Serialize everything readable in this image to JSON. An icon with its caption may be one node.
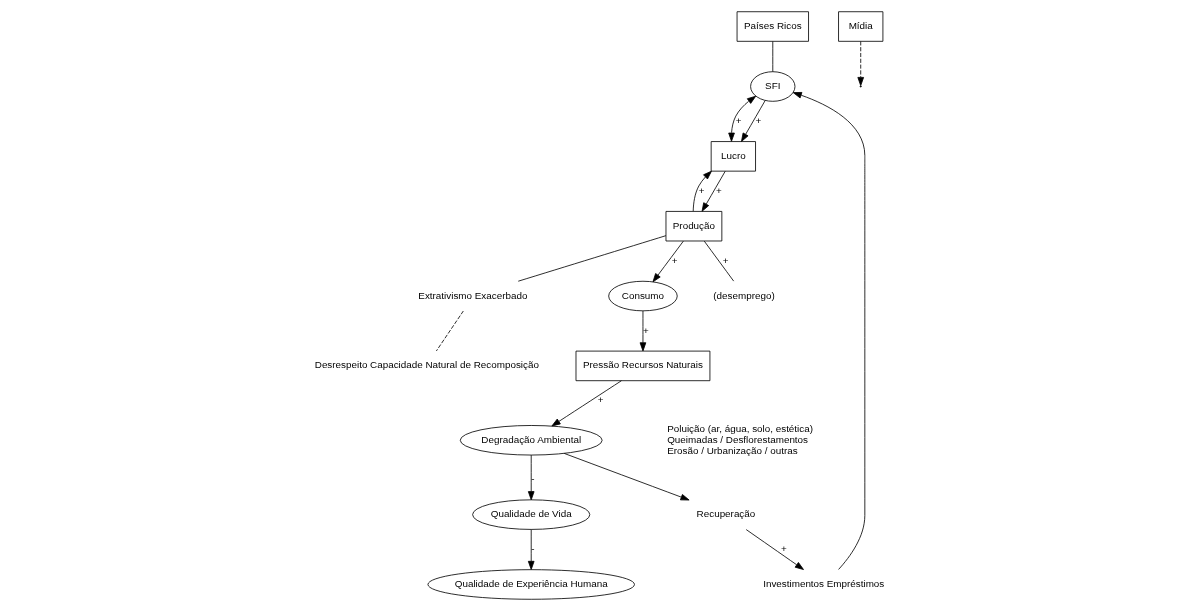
{
  "diagram": {
    "nodes": [
      {
        "text": [
          "Países Ricos"
        ]
      },
      {
        "text": [
          "SFI"
        ]
      },
      {
        "text": [
          "Lucro"
        ]
      },
      {
        "text": [
          "Produção"
        ]
      },
      {
        "text": [
          "(desemprego)"
        ]
      },
      {
        "text": [
          "Extrativismo Exacerbado"
        ]
      },
      {
        "text": [
          "Mídia"
        ]
      },
      {
        "text": [
          "Consumo"
        ]
      },
      {
        "text": [
          "Desrespeito Capacidade Natural de Recomposição"
        ]
      },
      {
        "text": [
          "Pressão Recursos Naturais"
        ]
      },
      {
        "text": [
          "Degradação Ambiental"
        ]
      },
      {
        "text": [
          "Recuperação"
        ]
      },
      {
        "text": [
          "Investimentos Empréstimos"
        ]
      },
      {
        "text": [
          "Qualidade de Vida"
        ]
      },
      {
        "text": [
          "Qualidade de Experiência Humana"
        ]
      }
    ],
    "edges": [
      {
        "from": 0,
        "to": 1,
        "arrow": "none"
      },
      {
        "from": 1,
        "to": 2,
        "arrow": "both",
        "label": "+"
      },
      {
        "from": 1,
        "to": 2,
        "arrow": "to",
        "label": "+"
      },
      {
        "from": 2,
        "to": 3,
        "arrow": "to",
        "label": "+"
      },
      {
        "from": 3,
        "to": 2,
        "arrow": "to",
        "label": "+"
      },
      {
        "from": 3,
        "to": 4,
        "arrow": "none",
        "label": "+"
      },
      {
        "from": 3,
        "to": 5,
        "arrow": "none"
      },
      {
        "from": 5,
        "to": 8,
        "arrow": "none",
        "style": "dashed"
      },
      {
        "from": 3,
        "to": 7,
        "arrow": "to",
        "label": "+"
      },
      {
        "from": 6,
        "to": null,
        "arrow": "to",
        "style": "dashed"
      },
      {
        "from": 7,
        "to": 9,
        "arrow": "to",
        "label": "+"
      },
      {
        "from": 9,
        "to": 10,
        "arrow": "to",
        "label": "+"
      },
      {
        "from": 10,
        "to": 11,
        "arrow": "to"
      },
      {
        "from": 11,
        "to": 12,
        "arrow": "to",
        "label": "+"
      },
      {
        "from": 12,
        "to": 1,
        "arrow": "to"
      },
      {
        "from": 10,
        "to": 13,
        "arrow": "to",
        "label": "-"
      },
      {
        "from": 13,
        "to": 14,
        "arrow": "to",
        "label": "-"
      }
    ],
    "labels": [
      "Poluição (ar, água, solo, estética)",
      "Queimadas / Desflorestamentos",
      "Erosão / Urbanização / outras"
    ]
  }
}
